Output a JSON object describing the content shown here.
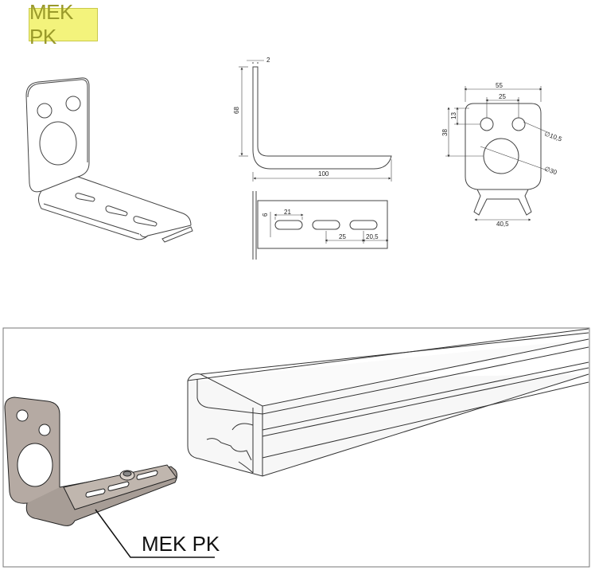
{
  "title": "MEK PK",
  "callout_label": "MEK PK",
  "dimensions": {
    "thickness": "2",
    "height": "68",
    "length": "100",
    "slot_height": "6",
    "slot_length": "21",
    "slot_pitch": "25",
    "slot_end_offset": "20,5",
    "width": "55",
    "hole_spacing": "25",
    "hole_vertical_offset": "13",
    "big_hole_offset": "38",
    "small_hole_diameter": "∅10,5",
    "big_hole_diameter": "∅30",
    "base_width": "40,5"
  }
}
